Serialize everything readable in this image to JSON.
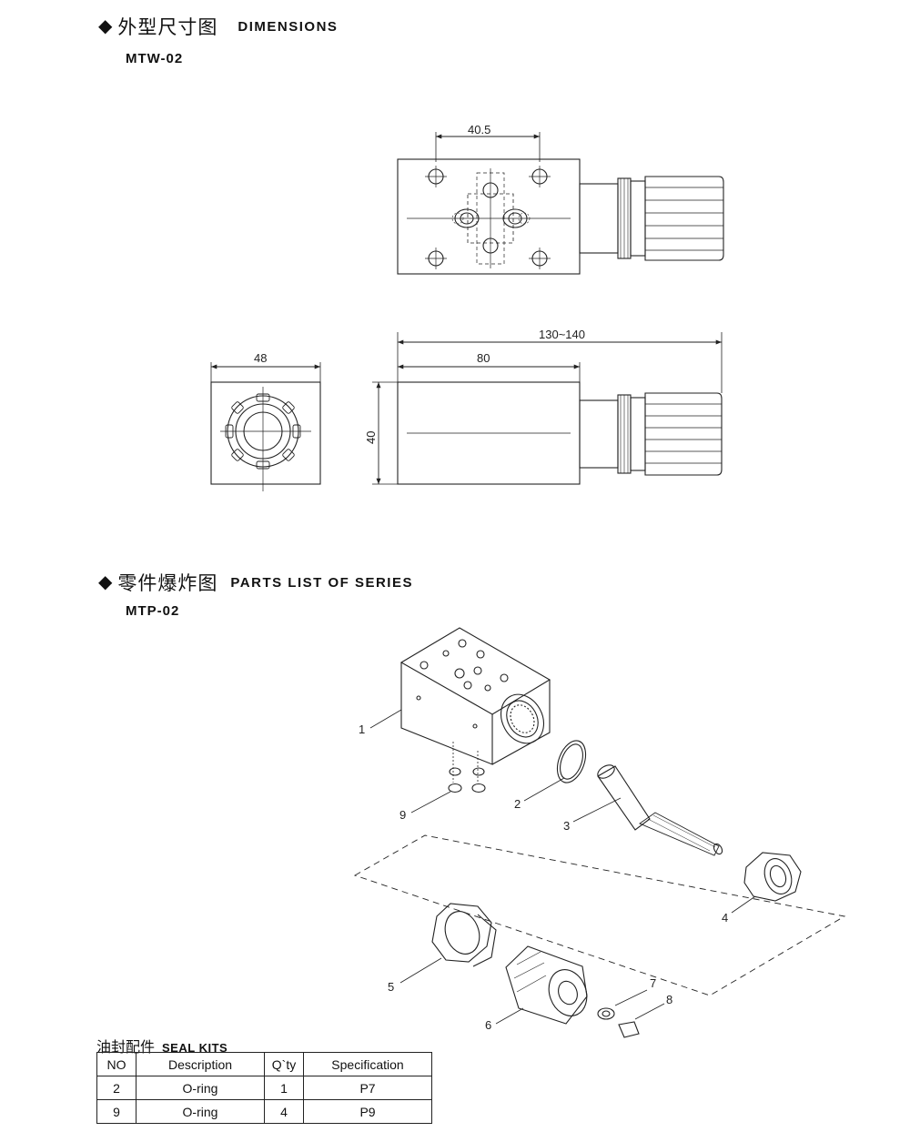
{
  "dimensions": {
    "heading_cn": "外型尺寸图",
    "heading_en": "DIMENSIONS",
    "model": "MTW-02",
    "dims": {
      "top_hole_spacing": "40.5",
      "overall_length": "130~140",
      "body_length": "80",
      "width": "48",
      "height": "40"
    }
  },
  "parts": {
    "heading_cn": "零件爆炸图",
    "heading_en": "PARTS LIST OF SERIES",
    "model": "MTP-02",
    "callouts": [
      "1",
      "2",
      "3",
      "4",
      "5",
      "6",
      "7",
      "8",
      "9"
    ]
  },
  "seal_kits": {
    "title_cn": "油封配件",
    "title_en": "SEAL KITS",
    "headers": [
      "NO",
      "Description",
      "Q`ty",
      "Specification"
    ],
    "rows": [
      [
        "2",
        "O-ring",
        "1",
        "P7"
      ],
      [
        "9",
        "O-ring",
        "4",
        "P9"
      ]
    ]
  }
}
